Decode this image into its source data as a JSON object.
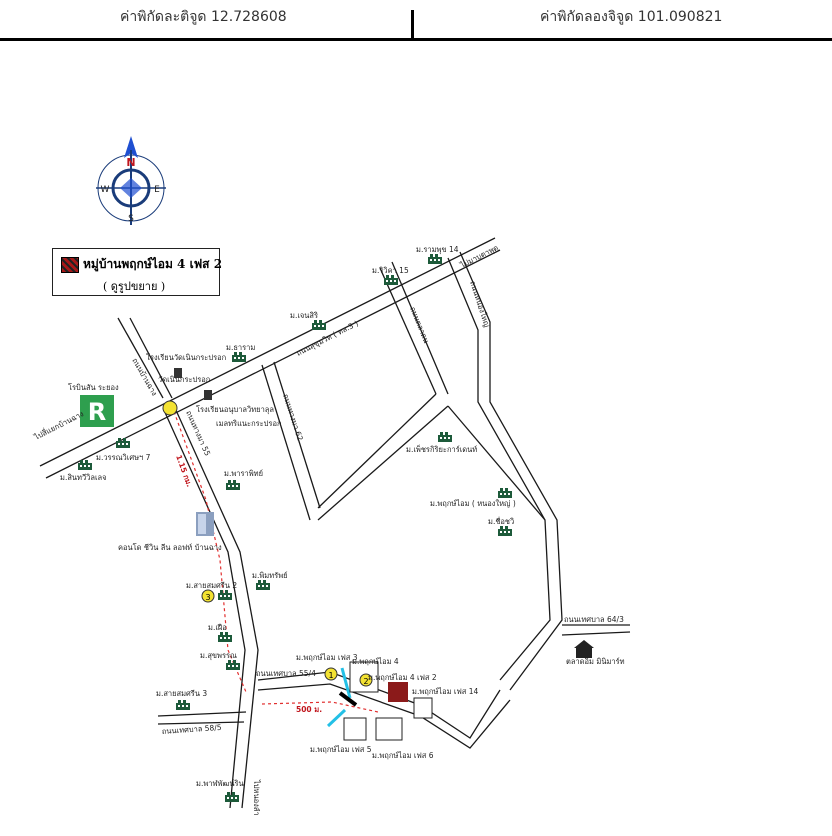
{
  "header": {
    "latitude_label": "ค่าพิกัดละติจูด 12.728608",
    "longitude_label": "ค่าพิกัดลองจิจูด 101.090821"
  },
  "compass": {
    "north": "N",
    "south": "S",
    "east": "E",
    "west": "W"
  },
  "legend": {
    "title": "หมู่บ้านพฤกษ์ไอม 4 เฟส 2",
    "subtitle": "( ดูรูปขยาย )"
  },
  "labels": {
    "ramphung14": "ม.รามพุข 14",
    "rivera15": "ม.ริวิคา 15",
    "to_bypass": "ไปมาบตาพุด",
    "chaosiri": "ม.เจนสิริ",
    "sukhumvit": "ถนนสุขุมวิท ( ทล.3 )",
    "road_top_vertical": "ถนนตลาดน",
    "road_nongfab": "ถนนหนองใหญ่",
    "roi_et": "ม.ธาราม",
    "school_wat": "โรงเรียนวัดเนินกระปรอก",
    "wat_noen": "วัดเนินกระปรอก",
    "road_ban_chang_left": "ถนนบ้านฉาง",
    "robinson": "โรบินสัน ระยอง",
    "school_anuban": "โรงเรียนอนุบาลวิทยาลุล",
    "market": "เมลทริแนะกระปรอก",
    "road_mid_vertical": "ถนนทางมา 62",
    "road_55": "ถนนทางมา 55",
    "to_ban_chang": "ไปสี่แยกบ้านฉาง",
    "road_distance_left": "1.15 กม.",
    "prachasuk": "ม.พาราพิทย์",
    "wanwisai": "ม.วรรณวิเศษฯ 7",
    "sinthawee": "ม.สินทวีวิลเลจ",
    "petchkrit": "ม.เพ็ชรกิริยะการ์เดนท์",
    "pruksa_nongyai": "ม.พฤกษ์ไอม ( หนองใหญ่ )",
    "chuenchom": "ม.ชื่อชวิ",
    "condo": "คอนโด ชีวิน ลีน ลอฟท์ บ้านฉาง",
    "phimsap": "ม.พิมทรัพย์",
    "samutsri2": "ม.สายสมศรีน 2",
    "marker3": "3",
    "road_64_3": "ถนนเทศบาล 64/3",
    "ruean": "ม.เฝือ",
    "suchada": "ม.สุขพรรณ",
    "home_store": "ตลาดอิ่ม มินิมาร์ท",
    "pruksa3": "ม.พฤกษ์ไอม เฟส 3",
    "pruksa4": "ม.พฤกษ์ไอม 4",
    "road_55_4": "ถนนเทศบาล 55/4",
    "marker1": "1",
    "marker2": "2",
    "pruksa4_2": "ม.พฤกษ์ไอม 4 เฟส 2",
    "pruksa14": "ม.พฤกษ์ไอม เฟส 14",
    "sai_somsri3": "ม.สายสมศรีน 3",
    "distance_500": "500 ม.",
    "road_58_5": "ถนนเทศบาล 58/5",
    "pruksa5": "ม.พฤกษ์ไอม เฟส 5",
    "pruksa6": "ม.พฤกษ์ไอม เฟส 6",
    "phatthana": "ม.พาฬพัฒน์ริน",
    "to_nongtuk": "ไปหนองลำ"
  }
}
